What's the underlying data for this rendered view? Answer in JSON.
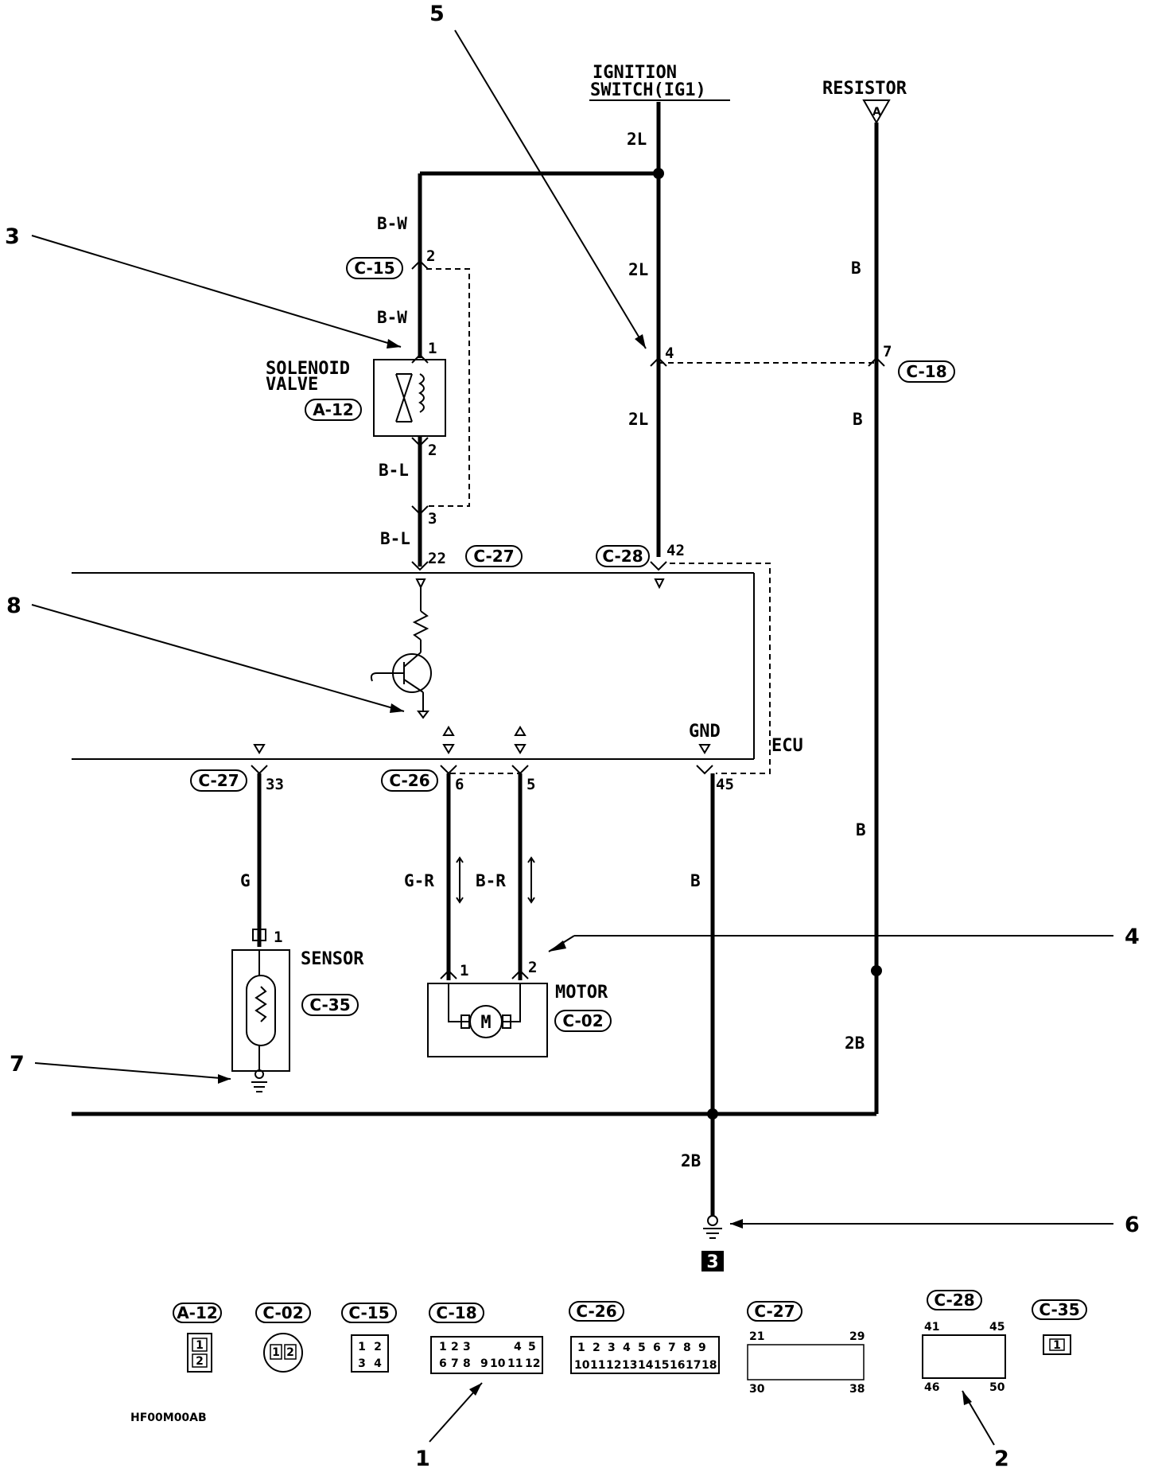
{
  "callouts": {
    "c1": "1",
    "c2": "2",
    "c3": "3",
    "c4": "4",
    "c5": "5",
    "c6": "6",
    "c7": "7",
    "c8": "8"
  },
  "components": {
    "ignition_switch_line1": "IGNITION",
    "ignition_switch_line2": "SWITCH(IG1)",
    "resistor": "RESISTOR",
    "resistor_marker": "A",
    "solenoid_line1": "SOLENOID",
    "solenoid_line2": "VALVE",
    "sensor": "SENSOR",
    "motor": "MOTOR",
    "ecu": "ECU",
    "gnd": "GND",
    "motor_symbol": "M",
    "ground_ref": "3",
    "figure_code": "HF00M00AB"
  },
  "connectors": {
    "a12": "A-12",
    "c15": "C-15",
    "c18": "C-18",
    "c27": "C-27",
    "c28": "C-28",
    "c26": "C-26",
    "c35": "C-35",
    "c02": "C-02"
  },
  "wires": {
    "ig_2l_top": "2L",
    "ig_2l_mid": "2L",
    "ig_2l_low": "2L",
    "bw_top": "B-W",
    "bw_mid": "B-W",
    "bl_mid": "B-L",
    "bl_low": "B-L",
    "res_b1": "B",
    "res_b2": "B",
    "res_b3": "B",
    "res_2b": "2B",
    "sensor_g": "G",
    "motor_gr": "G-R",
    "motor_br": "B-R",
    "gnd_b": "B",
    "gnd_2b": "2B"
  },
  "pins": {
    "c15_2": "2",
    "sol_1": "1",
    "sol_2": "2",
    "c15_3": "3",
    "c27_22": "22",
    "c28_42": "42",
    "j_4": "4",
    "c18_7": "7",
    "c27_33": "33",
    "c26_6": "6",
    "c26_5": "5",
    "gnd_45": "45",
    "sensor_1": "1",
    "motor_1": "1",
    "motor_2": "2"
  },
  "connector_views": {
    "a12": {
      "tag": "A-12",
      "pins": [
        "1",
        "2"
      ]
    },
    "c02": {
      "tag": "C-02",
      "pins": [
        "1",
        "2"
      ]
    },
    "c15": {
      "tag": "C-15",
      "pins": [
        "1",
        "2",
        "3",
        "4"
      ]
    },
    "c18": {
      "tag": "C-18",
      "pins": [
        "1",
        "2",
        "3",
        "4",
        "5",
        "6",
        "7",
        "8",
        "9",
        "10",
        "11",
        "12"
      ]
    },
    "c26": {
      "tag": "C-26",
      "pins": [
        "1",
        "2",
        "3",
        "4",
        "5",
        "6",
        "7",
        "8",
        "9",
        "10",
        "11",
        "12",
        "13",
        "14",
        "15",
        "16",
        "17",
        "18"
      ]
    },
    "c27": {
      "tag": "C-27",
      "corner_labels": [
        "21",
        "29",
        "30",
        "38"
      ]
    },
    "c28": {
      "tag": "C-28",
      "corner_labels": [
        "41",
        "45",
        "46",
        "50"
      ]
    },
    "c35": {
      "tag": "C-35",
      "pins": [
        "1"
      ]
    }
  }
}
